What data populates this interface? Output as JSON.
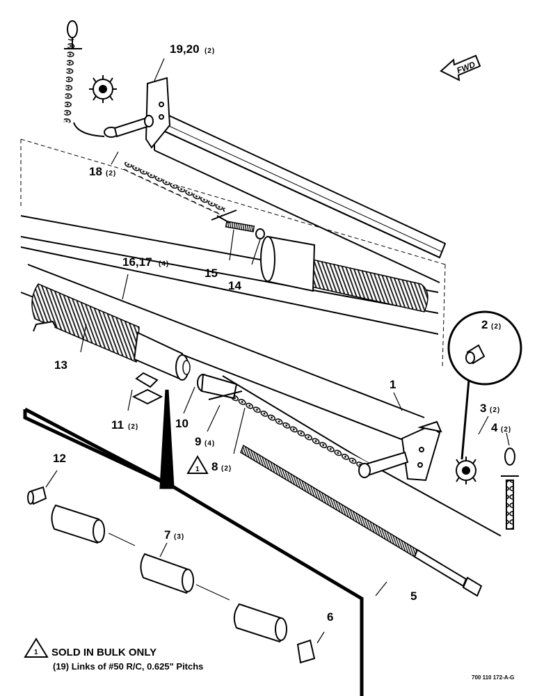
{
  "diagram": {
    "forward_label": "FWD",
    "drawing_number": "700 110 172-A-G",
    "note_marker": "1",
    "note_title": "SOLD IN BULK ONLY",
    "note_text": "(19) Links of #50 R/C, 0.625\" Pitchs",
    "callouts": [
      {
        "id": "c1",
        "label": "1",
        "qty": ""
      },
      {
        "id": "c2",
        "label": "2",
        "qty": "(2)"
      },
      {
        "id": "c3",
        "label": "3",
        "qty": "(2)"
      },
      {
        "id": "c4",
        "label": "4",
        "qty": "(2)"
      },
      {
        "id": "c5",
        "label": "5",
        "qty": ""
      },
      {
        "id": "c6",
        "label": "6",
        "qty": ""
      },
      {
        "id": "c7",
        "label": "7",
        "qty": "(3)"
      },
      {
        "id": "c8",
        "label": "8",
        "qty": "(2)"
      },
      {
        "id": "c9",
        "label": "9",
        "qty": "(4)"
      },
      {
        "id": "c10",
        "label": "10",
        "qty": ""
      },
      {
        "id": "c11",
        "label": "11",
        "qty": "(2)"
      },
      {
        "id": "c12",
        "label": "12",
        "qty": ""
      },
      {
        "id": "c13",
        "label": "13",
        "qty": ""
      },
      {
        "id": "c14",
        "label": "14",
        "qty": ""
      },
      {
        "id": "c15",
        "label": "15",
        "qty": ""
      },
      {
        "id": "c16",
        "label": "16,17",
        "qty": "(4)"
      },
      {
        "id": "c18",
        "label": "18",
        "qty": "(2)"
      },
      {
        "id": "c19",
        "label": "19,20",
        "qty": "(2)"
      }
    ]
  }
}
